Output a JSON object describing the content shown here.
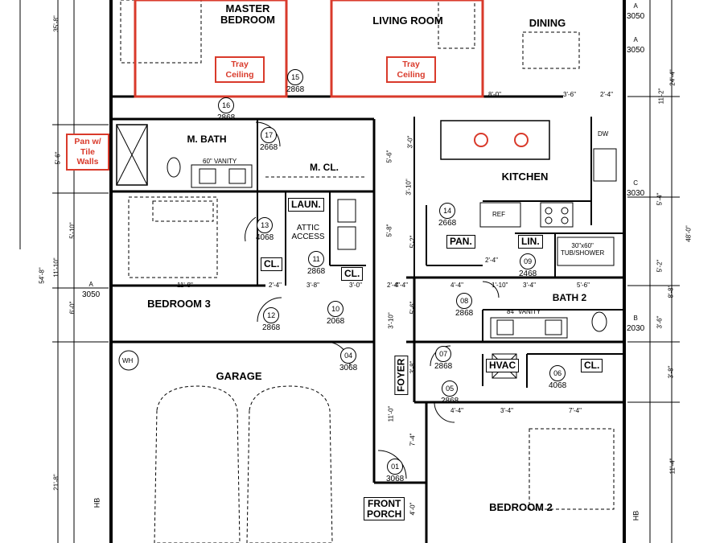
{
  "rooms": {
    "master_bedroom": "MASTER\nBEDROOM",
    "living_room": "LIVING ROOM",
    "dining": "DINING",
    "m_bath": "M. BATH",
    "m_cl": "M. CL.",
    "kitchen": "KITCHEN",
    "laun": "LAUN.",
    "attic_access": "ATTIC\nACCESS",
    "cl_left": "CL.",
    "cl_mid": "CL.",
    "pan": "PAN.",
    "lin": "LIN.",
    "bedroom3": "BEDROOM 3",
    "bath2": "BATH 2",
    "garage": "GARAGE",
    "foyer": "FOYER",
    "hvac": "HVAC",
    "cl_right": "CL.",
    "front_porch": "FRONT\nPORCH",
    "bedroom2": "BEDROOM 2"
  },
  "notes": {
    "tray1": "Tray\nCeiling",
    "tray2": "Tray\nCeiling",
    "pan_tile": "Pan w/\nTile\nWalls",
    "vanity60": "60\" VANITY",
    "vanity84": "84\" VANITY",
    "tub": "30\"x60\"\nTUB/SHOWER",
    "ref": "REF",
    "dw": "DW",
    "wh": "WH",
    "hb1": "HB",
    "hb2": "HB"
  },
  "doors": [
    {
      "id": "15",
      "size": "2868"
    },
    {
      "id": "16",
      "size": "2868"
    },
    {
      "id": "17",
      "size": "2668"
    },
    {
      "id": "14",
      "size": "2668"
    },
    {
      "id": "13",
      "size": "4068"
    },
    {
      "id": "11",
      "size": "2868"
    },
    {
      "id": "09",
      "size": "2468"
    },
    {
      "id": "12",
      "size": "2868"
    },
    {
      "id": "10",
      "size": "2068"
    },
    {
      "id": "08",
      "size": "2868"
    },
    {
      "id": "04",
      "size": "3068"
    },
    {
      "id": "07",
      "size": "2868"
    },
    {
      "id": "06",
      "size": "4068"
    },
    {
      "id": "05",
      "size": "2868"
    },
    {
      "id": "01",
      "size": "3068"
    }
  ],
  "windows": [
    {
      "tag": "A",
      "size": "3050"
    },
    {
      "tag": "A",
      "size": "3050"
    },
    {
      "tag": "C",
      "size": "3030"
    },
    {
      "tag": "B",
      "size": "2030"
    },
    {
      "tag": "A",
      "size": "3050"
    }
  ],
  "dims": {
    "d_8_0": "8'-0\"",
    "d_3_6a": "3'-6\"",
    "d_2_4a": "2'-4\"",
    "d_11_8": "11'-8\"",
    "d_2_4b": "2'-4\"",
    "d_3_8": "3'-8\"",
    "d_3_0": "3'-0\"",
    "d_2_4c": "2'-4\"",
    "d_4_4a": "4'-4\"",
    "d_4_4b": "4'-4\"",
    "d_1_10": "1'-10\"",
    "d_3_4a": "3'-4\"",
    "d_5_6": "5'-6\"",
    "d_2_4d": "2'-4\"",
    "d_4_4c": "4'-4\"",
    "d_3_4b": "3'-4\"",
    "d_7_4": "7'-4\"",
    "v_35_8": "35'-8\"",
    "v_5_6": "5'-6\"",
    "v_5_10": "5'-10\"",
    "v_11_10": "11'-10\"",
    "v_54_8": "54'-8\"",
    "v_6_0": "6'-0\"",
    "v_21_8": "21'-8\"",
    "v_24_4": "24'-4\"",
    "v_11_2": "11'-2\"",
    "v_5_4": "5'-4\"",
    "v_48_0": "48'-0\"",
    "v_8_8": "8'-8\"",
    "v_5_2": "5'-2\"",
    "v_3_6": "3'-6\"",
    "v_3_8r": "3'-8\"",
    "v_11_4": "11'-4\"",
    "v_3_0k": "3'-0\"",
    "v_5_6k": "5'-6\"",
    "v_3_10": "3'-10\"",
    "v_5_8": "5'-8\"",
    "v_3_10b": "3'-10\"",
    "v_5_2b": "5'-2\"",
    "v_5_6b": "5'-6\"",
    "v_3_8f": "3'-8\"",
    "v_11_0": "11'-0\"",
    "v_7_4": "7'-4\"",
    "v_4_0": "4'-0\""
  }
}
